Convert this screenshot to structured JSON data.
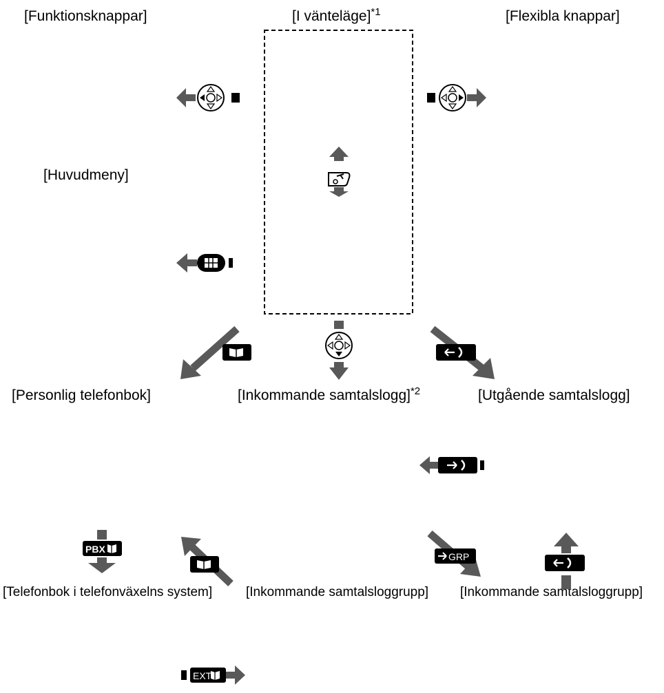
{
  "labels": {
    "function_keys": "[Funktionsknappar]",
    "standby": "[I vänteläge]",
    "standby_note": "*1",
    "soft_keys": "[Flexibla knappar]",
    "main_menu": "[Huvudmeny]",
    "personal_phonebook": "[Personlig telefonbok]",
    "incoming_log": "[Inkommande samtalslogg]",
    "incoming_log_note": "*2",
    "outgoing_log": "[Utgående samtalslogg]",
    "pbx_phonebook": "[Telefonbok i telefonväxelns system]",
    "incoming_log_group_1": "[Inkommande samtalsloggrupp]",
    "incoming_log_group_2": "[Inkommande samtalsloggrupp]"
  },
  "keys": {
    "pbx": "PBX",
    "grp": "GRP",
    "ext": "EXT"
  },
  "icons": {
    "nav_left": "navigator-left-icon",
    "nav_right": "navigator-right-icon",
    "scroll": "scroll-icon",
    "menu": "menu-key-icon",
    "phonebook": "phonebook-icon",
    "nav_down": "navigator-down-icon",
    "outgoing": "outgoing-log-key-icon",
    "redial": "redial-key-icon",
    "pbx_phonebook": "pbx-phonebook-key-icon",
    "grp": "group-log-key-icon",
    "ext": "ext-phonebook-key-icon"
  },
  "colors": {
    "arrow": "#595959",
    "key": "#000000",
    "background": "#ffffff"
  }
}
